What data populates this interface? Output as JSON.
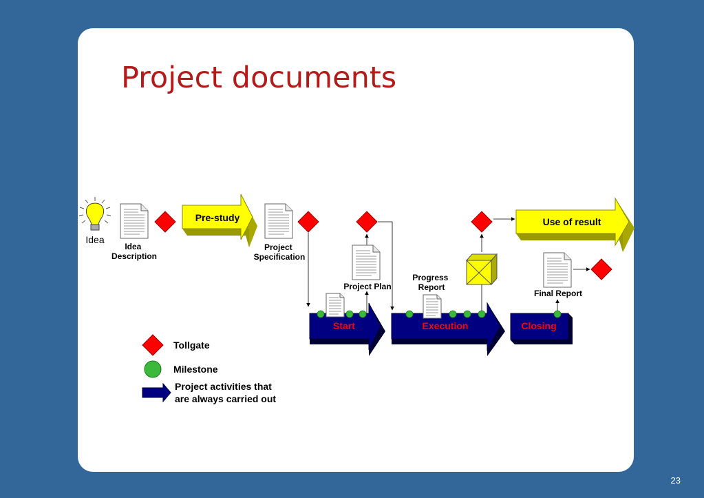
{
  "slide": {
    "title": "Project documents",
    "page_number": "23"
  },
  "diagram": {
    "idea": "Idea",
    "idea_description": [
      "Idea",
      "Description"
    ],
    "pre_study": "Pre-study",
    "project_specification": [
      "Project",
      "Specification"
    ],
    "project_plan": "Project Plan",
    "progress_report": [
      "Progress",
      "Report"
    ],
    "use_of_result": "Use of result",
    "final_report": "Final Report",
    "phases": {
      "start": "Start",
      "execution": "Execution",
      "closing": "Closing"
    }
  },
  "legend": {
    "tollgate": "Tollgate",
    "milestone": "Milestone",
    "activities": [
      "Project activities that",
      "are always carried out"
    ]
  },
  "colors": {
    "background": "#336699",
    "title": "#b31b1b",
    "tollgate": "#ff0000",
    "milestone": "#3cb83c",
    "activity_arrow": "#000080",
    "document_box": "#ffff00"
  }
}
